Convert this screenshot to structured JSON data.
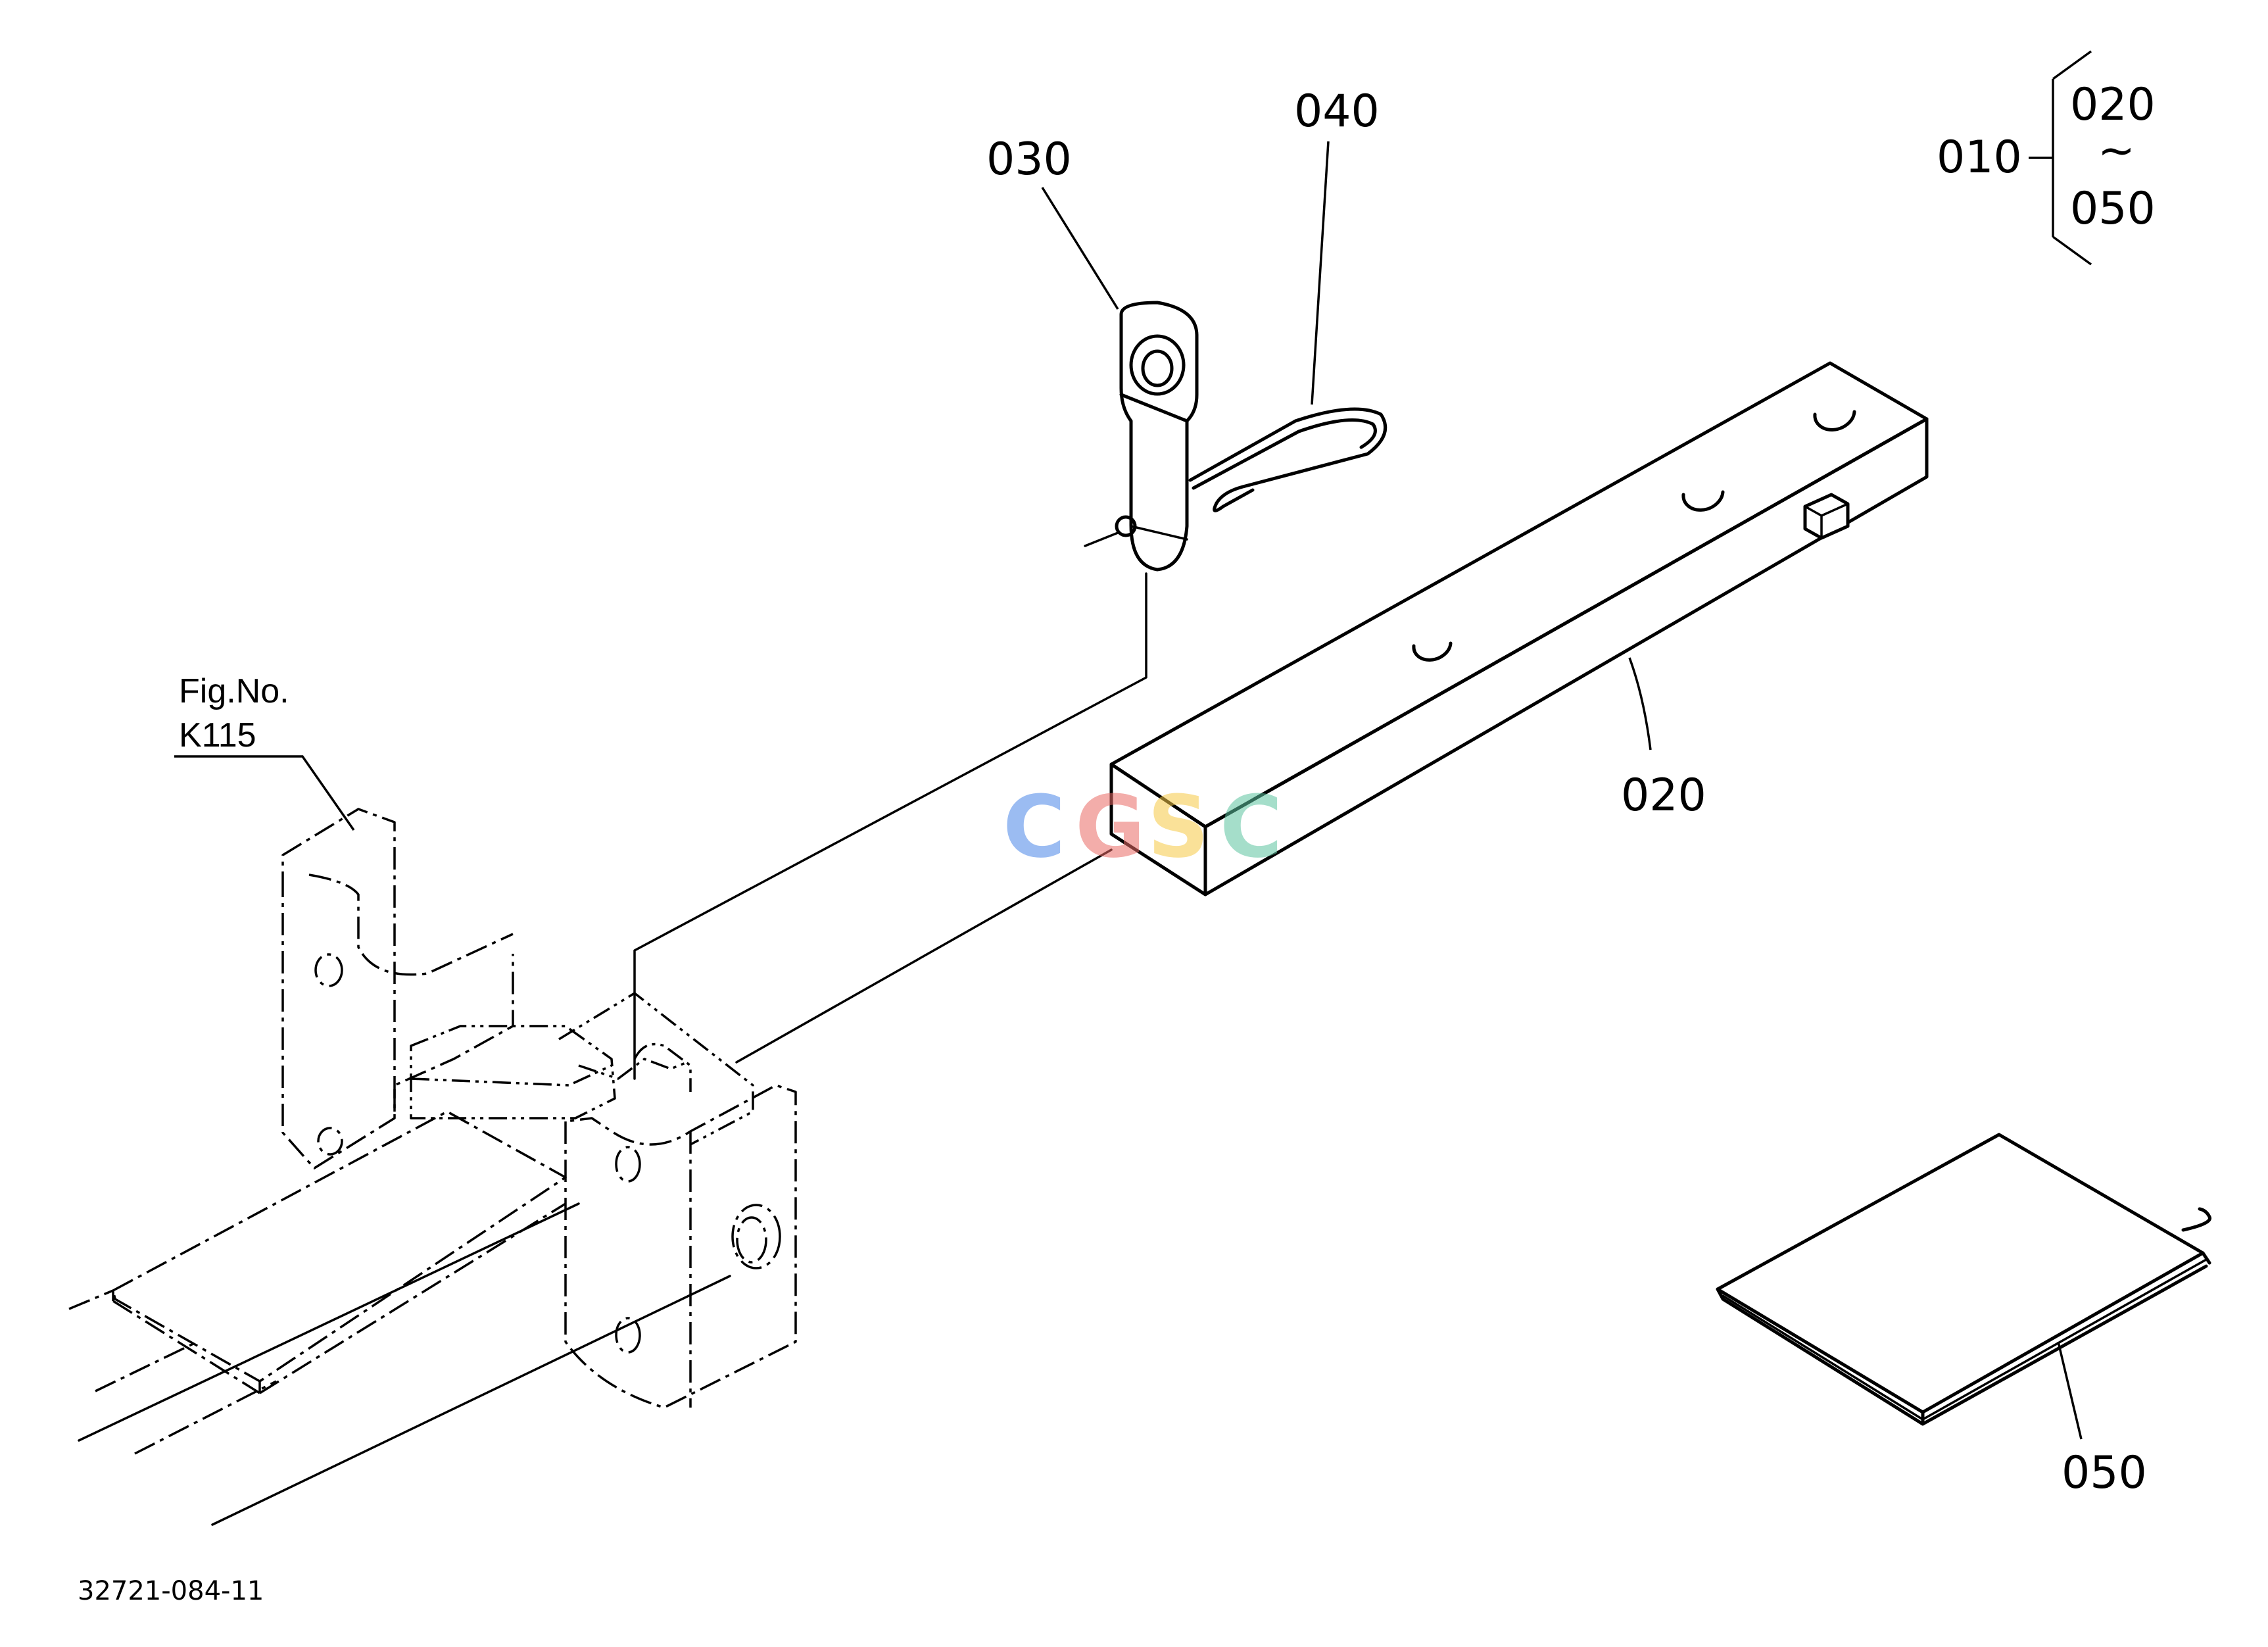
{
  "diagram": {
    "parts": {
      "p010": "010",
      "p020_top": "020",
      "p020_range_sep": "~",
      "p050_top": "050",
      "p020_beam": "020",
      "p030": "030",
      "p040": "040",
      "p050_manual": "050"
    },
    "reference": {
      "fig_label": "Fig.No.",
      "fig_number": "K115"
    },
    "drawing_code": "32721-084-11",
    "watermark": {
      "letters": [
        "C",
        "G",
        "S",
        "C"
      ],
      "colors": [
        "#4a86e8",
        "#ea6b66",
        "#f6c945",
        "#5cc4a0"
      ]
    }
  }
}
